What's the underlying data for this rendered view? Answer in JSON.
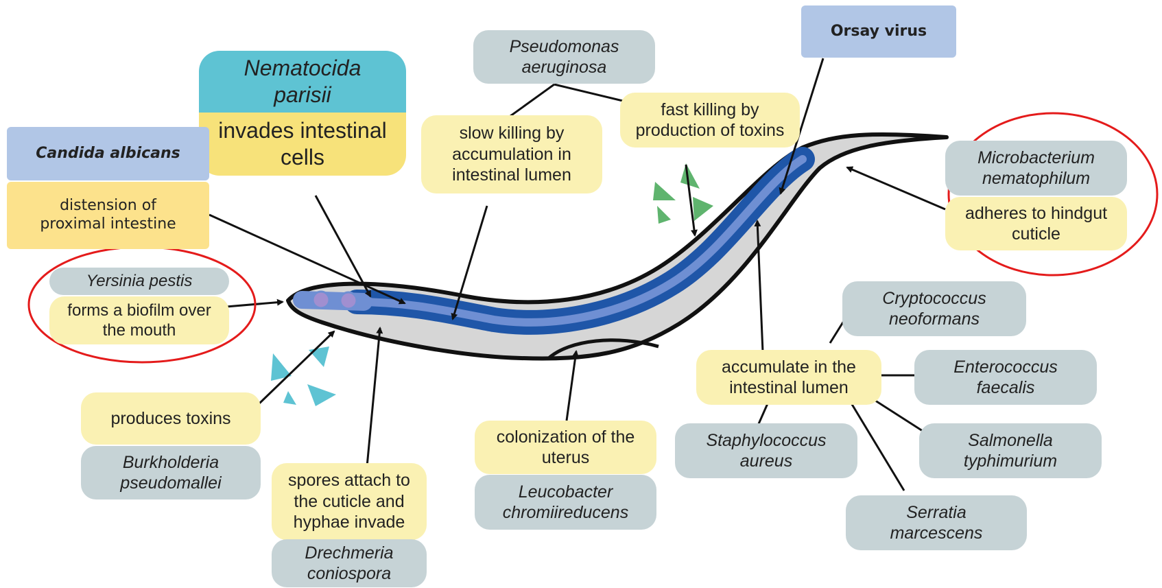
{
  "highlight_colors": {
    "ring": "#e41b1b",
    "worm_lumen": "#1f56a8",
    "worm_inner": "#6f8fd3",
    "worm_body": "#d6d6d6",
    "toxins_green": "#5fb46e",
    "toxins_blue": "#5ec3d3"
  },
  "labels": {
    "nematocida_title": "Nematocida\nparisii",
    "nematocida_effect": "invades intestinal\ncells",
    "candida": "Candida albicans",
    "candida_effect": "distension of\nproximal intestine",
    "yersinia": "Yersinia pestis",
    "yersinia_effect": "forms a biofilm over\nthe mouth",
    "pseudomonas": "Pseudomonas\naeruginosa",
    "slow_killing": "slow killing by\naccumulation in\nintestinal lumen",
    "fast_killing": "fast killing by\nproduction of toxins",
    "orsay": "Orsay virus",
    "microbacterium": "Microbacterium\nnematophilum",
    "microbacterium_effect": "adheres to hindgut\ncuticle",
    "produces_toxins": "produces toxins",
    "burkholderia": "Burkholderia\npseudomallei",
    "spores": "spores attach to\nthe cuticle and\nhyphae invade",
    "drechmeria": "Drechmeria\nconiospora",
    "colonization": "colonization of the\nuterus",
    "leucobacter": "Leucobacter\nchromiireducens",
    "accumulate": "accumulate in the\nintestinal lumen",
    "cryptococcus": "Cryptococcus\nneoformans",
    "enterococcus": "Enterococcus\nfaecalis",
    "salmonella": "Salmonella\ntyphimurium",
    "staphylococcus": "Staphylococcus\naureus",
    "serratia": "Serratia\nmarcescens"
  }
}
